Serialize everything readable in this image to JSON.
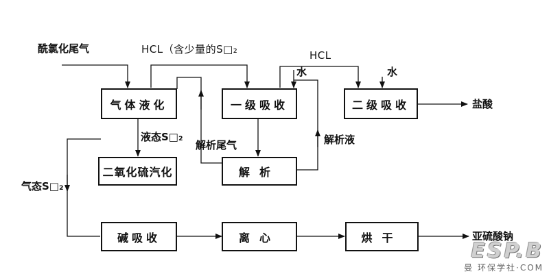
{
  "inputs": {
    "feed": "酰氯化尾气",
    "hcl_with_so2": "HCL（含少量的S□₂",
    "hcl": "HCL",
    "water_1": "水",
    "water_2": "水"
  },
  "boxes": {
    "gas_liquefaction": "气体液化",
    "primary_absorption": "一级吸收",
    "secondary_absorption": "二级吸收",
    "so2_vaporization": "二氧化硫汽化",
    "desorption": "解析",
    "alkali_absorption": "碱吸收",
    "centrifuge": "离心",
    "drying": "烘干"
  },
  "flow_labels": {
    "liquid_so2": "液态S□₂",
    "desorption_tail_gas": "解析尾气",
    "desorption_liquid": "解析液",
    "gaseous_so2": "气态S□₂"
  },
  "outputs": {
    "hydrochloric_acid": "盐酸",
    "sodium_sulfite": "亚硫酸钠"
  },
  "watermark": {
    "logo": "ESP.B",
    "text": "环保学社·COM",
    "badge": "曼"
  }
}
